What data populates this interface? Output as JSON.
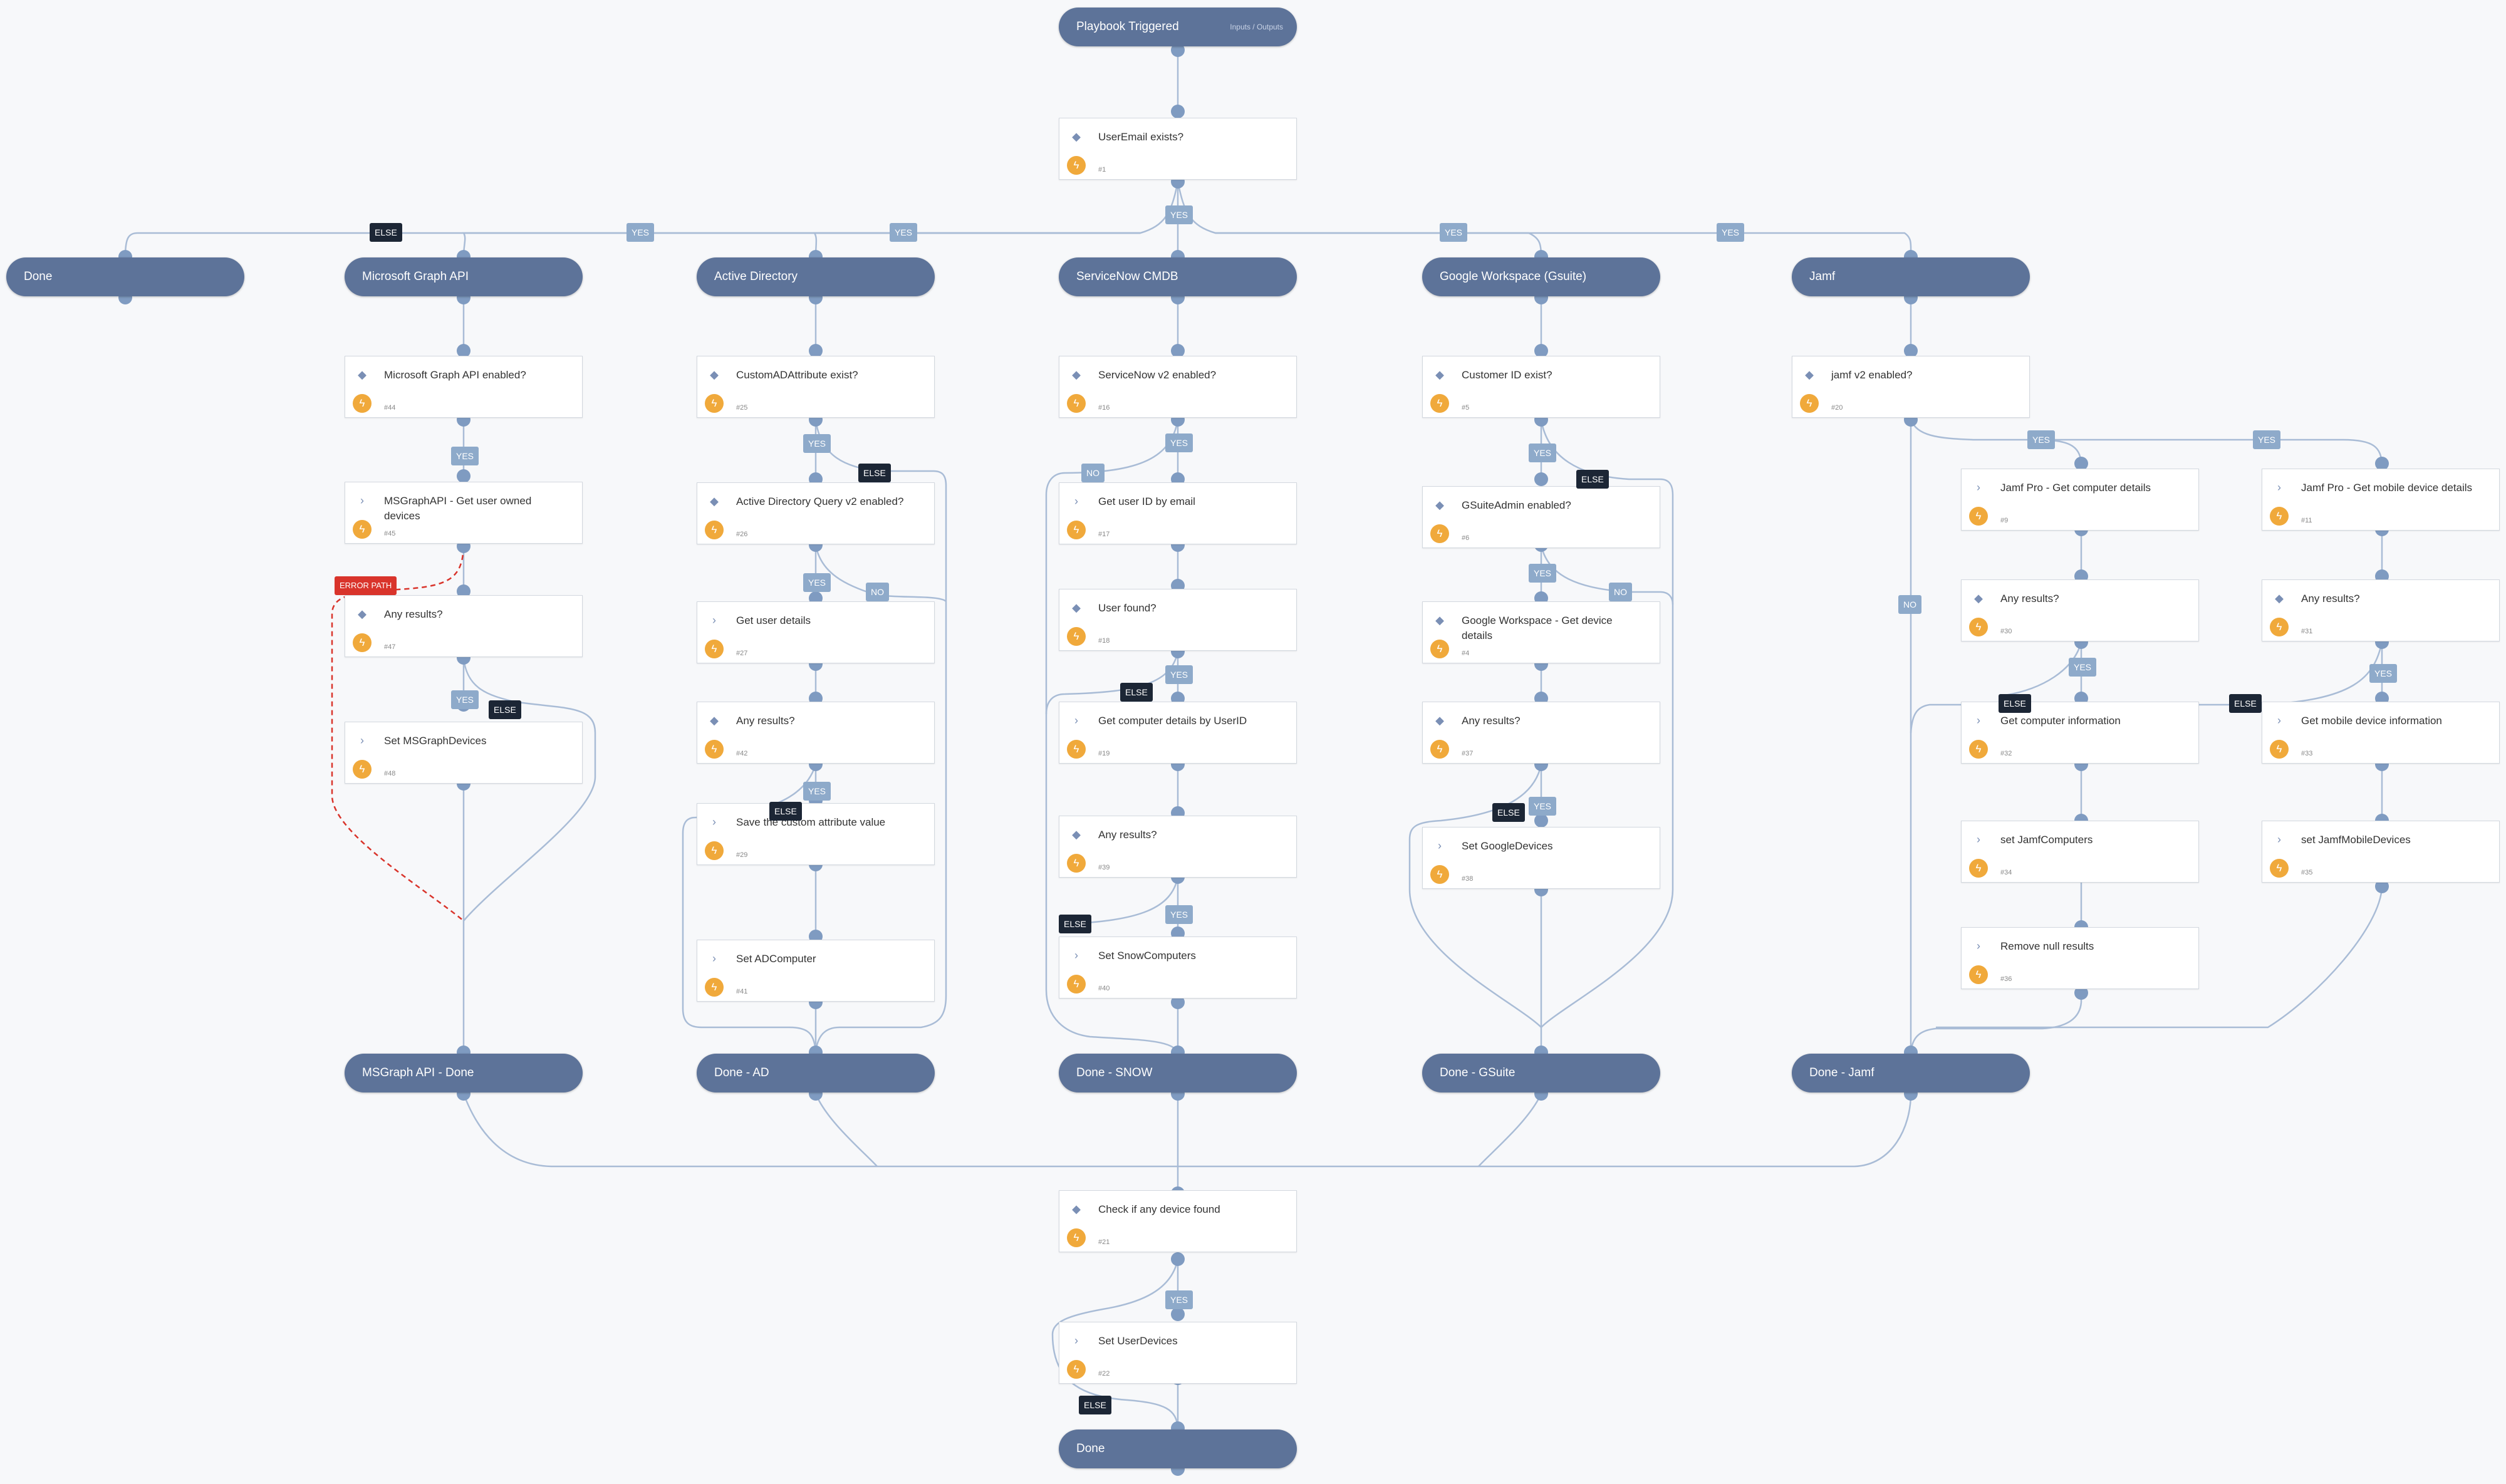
{
  "root": {
    "title": "Playbook Triggered",
    "io": "Inputs / Outputs"
  },
  "sections": {
    "done_left": "Done",
    "msgraph": "Microsoft Graph API",
    "ad": "Active Directory",
    "snow": "ServiceNow CMDB",
    "gsuite": "Google Workspace (Gsuite)",
    "jamf": "Jamf",
    "msgraph_done": "MSGraph API - Done",
    "ad_done": "Done - AD",
    "snow_done": "Done - SNOW",
    "gsuite_done": "Done - GSuite",
    "jamf_done": "Done - Jamf",
    "final_done": "Done"
  },
  "tasks": {
    "t1": {
      "title": "UserEmail exists?",
      "num": "#1"
    },
    "t44": {
      "title": "Microsoft Graph API enabled?",
      "num": "#44"
    },
    "t45": {
      "title": "MSGraphAPI - Get user owned devices",
      "num": "#45"
    },
    "t47": {
      "title": "Any results?",
      "num": "#47"
    },
    "t48": {
      "title": "Set MSGraphDevices",
      "num": "#48"
    },
    "t25": {
      "title": "CustomADAttribute exist?",
      "num": "#25"
    },
    "t26": {
      "title": "Active Directory Query v2 enabled?",
      "num": "#26"
    },
    "t27": {
      "title": "Get user details",
      "num": "#27"
    },
    "t42": {
      "title": "Any results?",
      "num": "#42"
    },
    "t29": {
      "title": "Save the custom attribute value",
      "num": "#29"
    },
    "t41": {
      "title": "Set ADComputer",
      "num": "#41"
    },
    "t16": {
      "title": "ServiceNow v2 enabled?",
      "num": "#16"
    },
    "t17": {
      "title": "Get user ID by email",
      "num": "#17"
    },
    "t18": {
      "title": "User found?",
      "num": "#18"
    },
    "t19": {
      "title": "Get computer details by UserID",
      "num": "#19"
    },
    "t39": {
      "title": "Any results?",
      "num": "#39"
    },
    "t40": {
      "title": "Set SnowComputers",
      "num": "#40"
    },
    "t5": {
      "title": "Customer ID exist?",
      "num": "#5"
    },
    "t6": {
      "title": "GSuiteAdmin enabled?",
      "num": "#6"
    },
    "t4": {
      "title": "Google Workspace - Get device details",
      "num": "#4"
    },
    "t37": {
      "title": "Any results?",
      "num": "#37"
    },
    "t38": {
      "title": "Set GoogleDevices",
      "num": "#38"
    },
    "t20": {
      "title": "jamf v2 enabled?",
      "num": "#20"
    },
    "t9": {
      "title": "Jamf Pro - Get computer details",
      "num": "#9"
    },
    "t11": {
      "title": "Jamf Pro - Get mobile device details",
      "num": "#11"
    },
    "t30": {
      "title": "Any results?",
      "num": "#30"
    },
    "t31": {
      "title": "Any results?",
      "num": "#31"
    },
    "t32": {
      "title": "Get computer information",
      "num": "#32"
    },
    "t33": {
      "title": "Get mobile device information",
      "num": "#33"
    },
    "t34": {
      "title": "set JamfComputers",
      "num": "#34"
    },
    "t35": {
      "title": "set JamfMobileDevices",
      "num": "#35"
    },
    "t36": {
      "title": "Remove null results",
      "num": "#36"
    },
    "t21": {
      "title": "Check if any device found",
      "num": "#21"
    },
    "t22": {
      "title": "Set UserDevices",
      "num": "#22"
    }
  },
  "labels": {
    "yes": "YES",
    "no": "NO",
    "else": "ELSE",
    "error": "ERROR PATH"
  },
  "colors": {
    "section": "#5d7399",
    "edge": "#9fb6d4",
    "yes_label": "#8eaaca",
    "else_label": "#1c2635",
    "error": "#d9342b",
    "bolt": "#f0a93b"
  }
}
